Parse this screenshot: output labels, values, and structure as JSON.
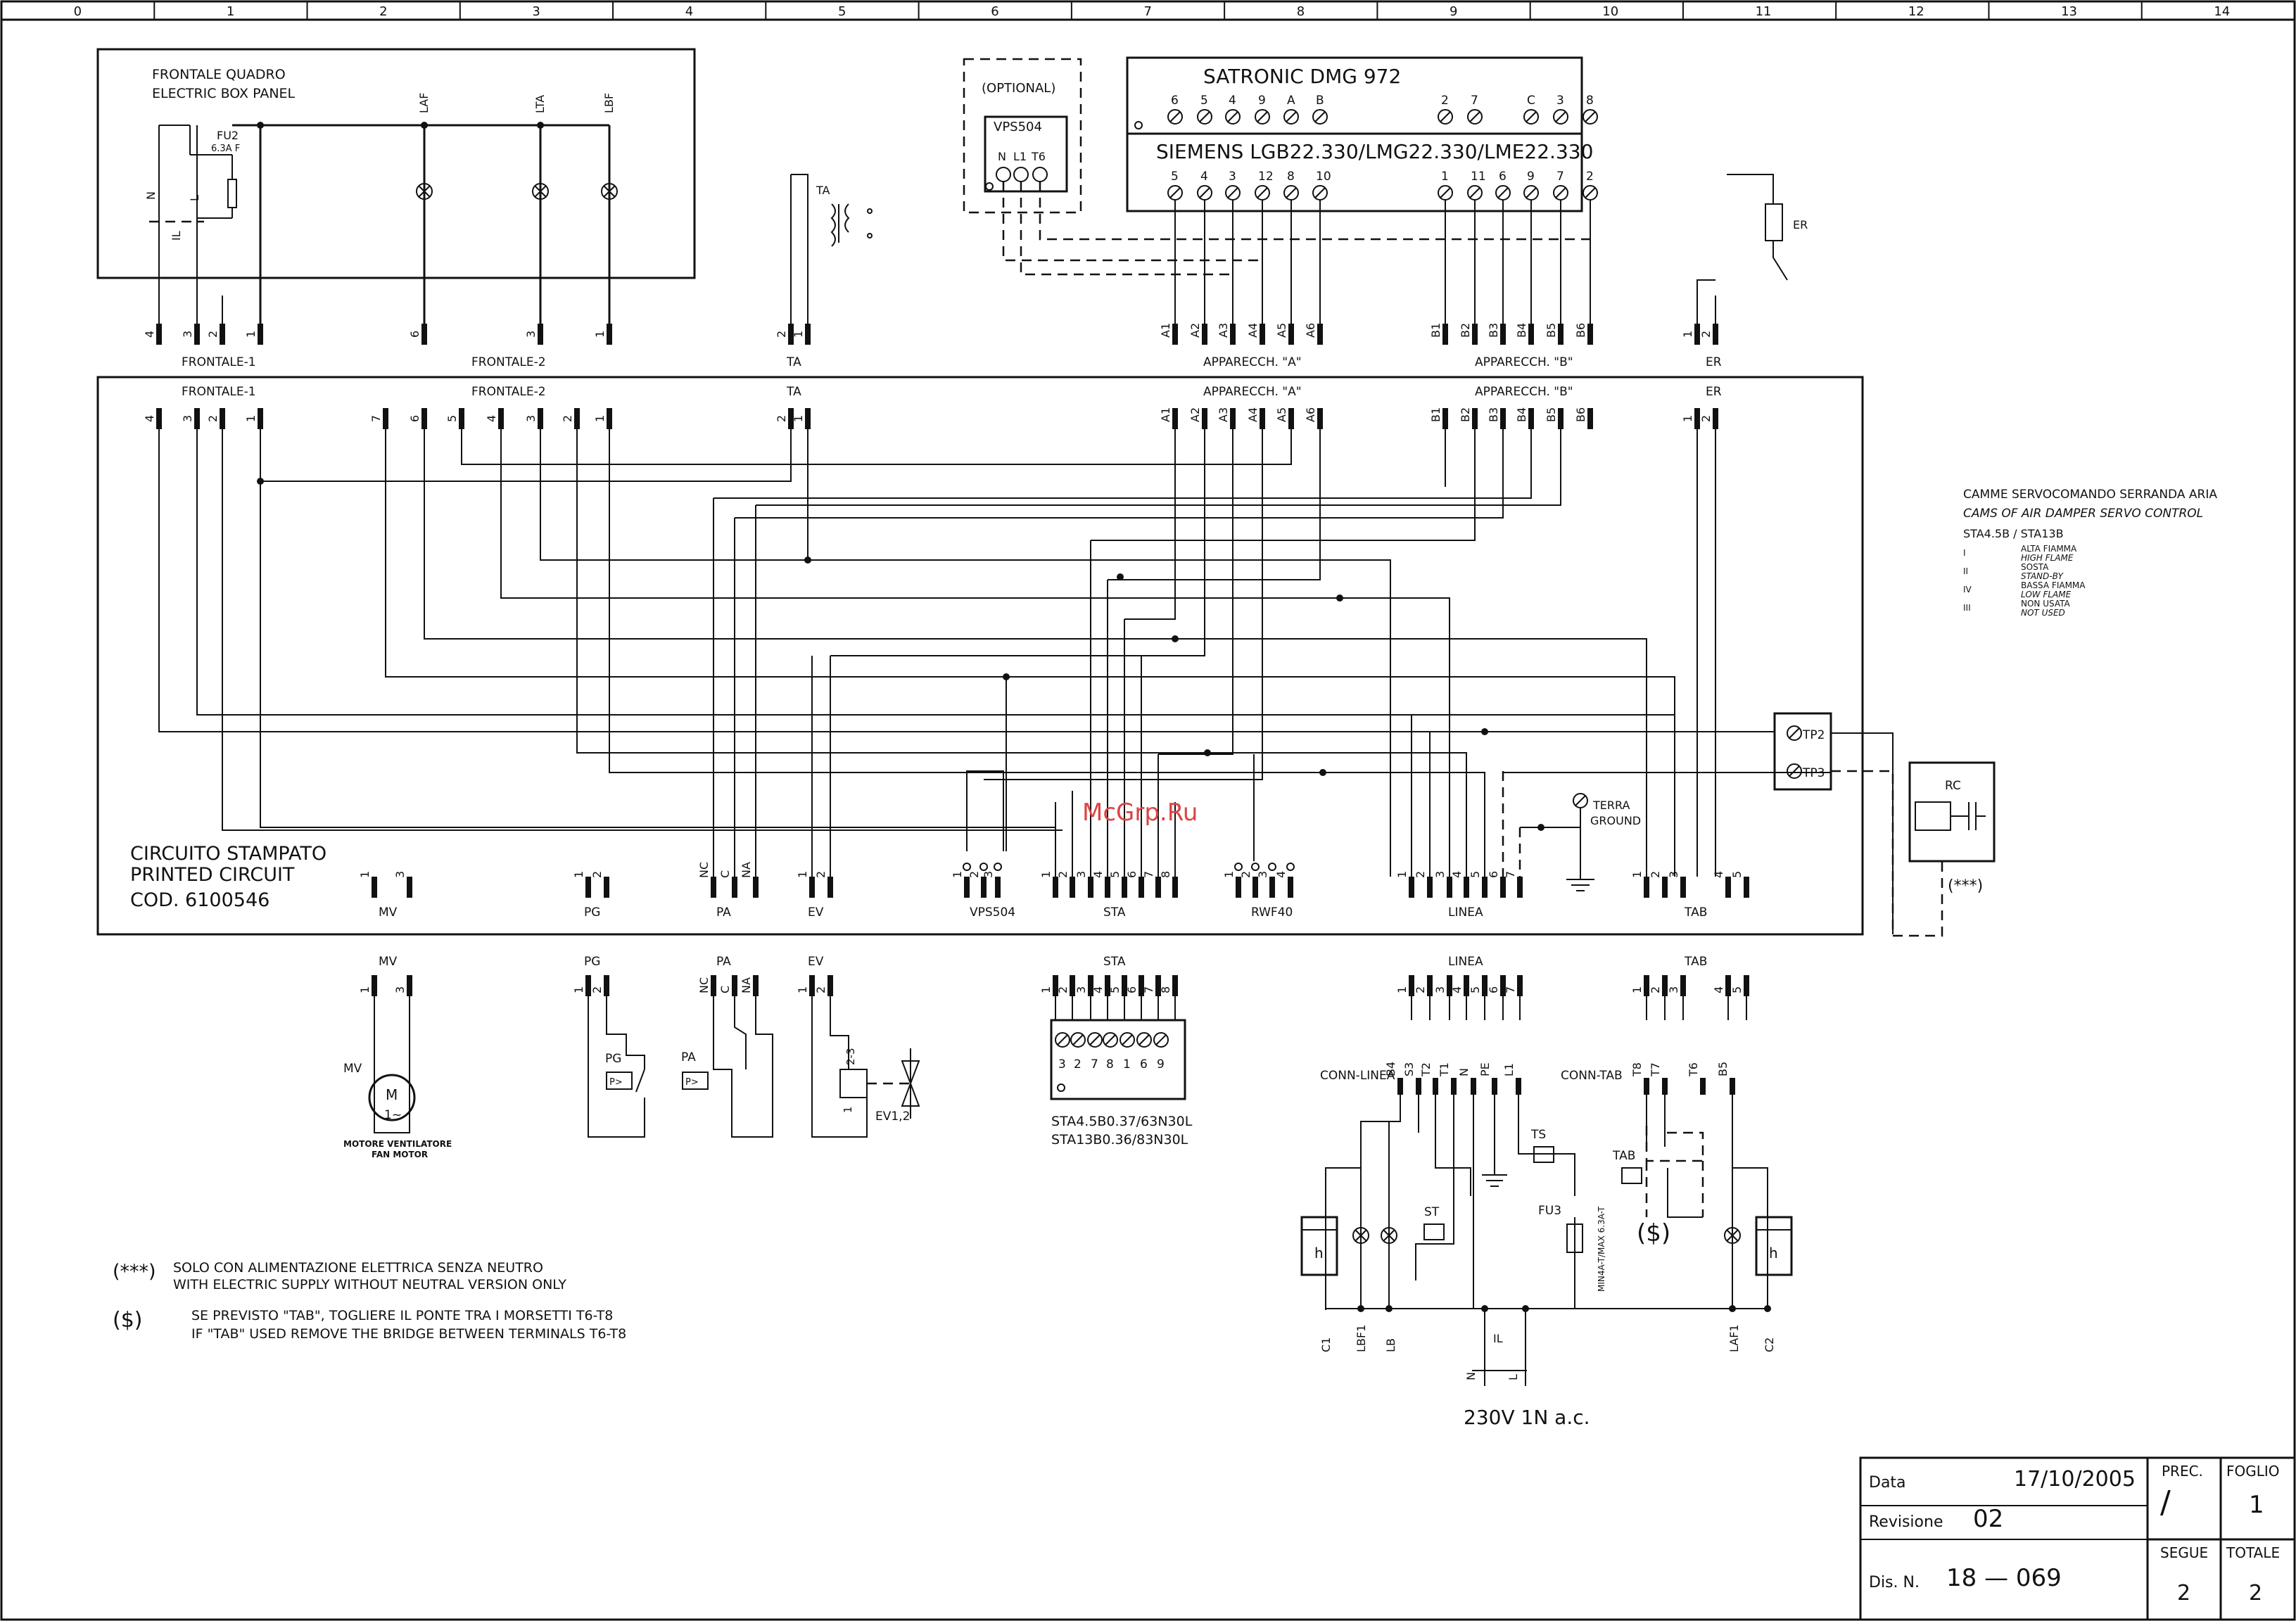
{
  "grid": [
    "0",
    "1",
    "2",
    "3",
    "4",
    "5",
    "6",
    "7",
    "8",
    "9",
    "10",
    "11",
    "12",
    "13",
    "14"
  ],
  "panel": {
    "title1": "FRONTALE QUADRO",
    "title2": "ELECTRIC BOX PANEL",
    "fu2": "FU2",
    "fu2_rating": "6.3A F",
    "n": "N",
    "l": "L",
    "il": "IL",
    "laf": "LAF",
    "lta": "LTA",
    "lbf": "LBF"
  },
  "optional": {
    "label": "(OPTIONAL)",
    "vps": "VPS504",
    "pins": [
      "N",
      "L1",
      "T6"
    ]
  },
  "controller": {
    "title": "SATRONIC DMG 972",
    "subtitle": "SIEMENS LGB22.330/LMG22.330/LME22.330",
    "top_a": [
      "6",
      "5",
      "4",
      "9",
      "A",
      "B"
    ],
    "top_b": [
      "2",
      "7",
      "C",
      "3",
      "8"
    ],
    "bot_a": [
      "5",
      "4",
      "3",
      "12",
      "8",
      "10"
    ],
    "bot_b": [
      "1",
      "11",
      "6",
      "9",
      "7",
      "2"
    ]
  },
  "ta_label": "TA",
  "er_label": "ER",
  "upper_connectors": {
    "frontale1": {
      "name": "FRONTALE-1",
      "pins": [
        "4",
        "3",
        "2",
        "1"
      ]
    },
    "frontale2": {
      "name": "FRONTALE-2",
      "pins": [
        "6",
        "3",
        "1"
      ]
    },
    "ta": {
      "name": "TA",
      "pins": [
        "2",
        "1"
      ]
    },
    "appA": {
      "name": "APPARECCH. \"A\"",
      "pins": [
        "A1",
        "A2",
        "A3",
        "A4",
        "A5",
        "A6"
      ]
    },
    "appB": {
      "name": "APPARECCH. \"B\"",
      "pins": [
        "B1",
        "B2",
        "B3",
        "B4",
        "B5",
        "B6"
      ]
    },
    "er": {
      "name": "ER",
      "pins": [
        "1",
        "2"
      ]
    }
  },
  "pcb": {
    "label1": "CIRCUITO STAMPATO",
    "label2": "PRINTED CIRCUIT",
    "label3": "COD. 6100546",
    "top": {
      "frontale1": {
        "name": "FRONTALE-1",
        "pins": [
          "4",
          "3",
          "2",
          "1"
        ]
      },
      "frontale2": {
        "name": "FRONTALE-2",
        "pins": [
          "7",
          "6",
          "5",
          "4",
          "3",
          "2",
          "1"
        ]
      },
      "ta": {
        "name": "TA",
        "pins": [
          "2",
          "1"
        ]
      },
      "appA": {
        "name": "APPARECCH. \"A\"",
        "pins": [
          "A1",
          "A2",
          "A3",
          "A4",
          "A5",
          "A6"
        ]
      },
      "appB": {
        "name": "APPARECCH. \"B\"",
        "pins": [
          "B1",
          "B2",
          "B3",
          "B4",
          "B5",
          "B6"
        ]
      },
      "er": {
        "name": "ER",
        "pins": [
          "1",
          "2"
        ]
      }
    },
    "bottom": {
      "mv": {
        "name": "MV",
        "pins": [
          "1",
          "3"
        ]
      },
      "pg": {
        "name": "PG",
        "pins": [
          "1",
          "2"
        ]
      },
      "pa": {
        "name": "PA",
        "pins": [
          "NC",
          "C",
          "NA"
        ]
      },
      "ev": {
        "name": "EV",
        "pins": [
          "1",
          "2"
        ]
      },
      "vps": {
        "name": "VPS504",
        "pins": [
          "1",
          "2",
          "3"
        ]
      },
      "sta": {
        "name": "STA",
        "pins": [
          "1",
          "2",
          "3",
          "4",
          "5",
          "6",
          "7",
          "8"
        ]
      },
      "rwf": {
        "name": "RWF40",
        "pins": [
          "1",
          "2",
          "3",
          "4"
        ]
      },
      "linea": {
        "name": "LINEA",
        "pins": [
          "1",
          "2",
          "3",
          "4",
          "5",
          "6",
          "7"
        ]
      },
      "tab": {
        "name": "TAB",
        "pins": [
          "1",
          "2",
          "3",
          "4",
          "5"
        ]
      }
    },
    "tp2": "TP2",
    "tp3": "TP3",
    "terra": "TERRA",
    "ground": "GROUND"
  },
  "rc": {
    "label": "RC",
    "note": "(***)"
  },
  "cams": {
    "title": "CAMME SERVOCOMANDO SERRANDA ARIA",
    "subtitle": "CAMS OF AIR DAMPER SERVO CONTROL",
    "model": "STA4.5B / STA13B",
    "items": [
      {
        "num": "I",
        "it": "ALTA FIAMMA",
        "en": "HIGH FLAME"
      },
      {
        "num": "II",
        "it": "SOSTA",
        "en": "STAND-BY"
      },
      {
        "num": "IV",
        "it": "BASSA FIAMMA",
        "en": "LOW FLAME"
      },
      {
        "num": "III",
        "it": "NON USATA",
        "en": "NOT USED"
      }
    ]
  },
  "lower": {
    "mv": {
      "name": "MV",
      "pins": [
        "1",
        "3"
      ],
      "side": "MV",
      "motor": "M",
      "phase": "1~",
      "cap1": "MOTORE VENTILATORE",
      "cap2": "FAN MOTOR"
    },
    "pg": {
      "name": "PG",
      "pins": [
        "1",
        "2"
      ],
      "inner": "PG",
      "sym": "P>"
    },
    "pa": {
      "name": "PA",
      "pins": [
        "NC",
        "C",
        "NA"
      ],
      "side": "PA",
      "sym": "P>"
    },
    "ev": {
      "name": "EV",
      "pins": [
        "1",
        "2"
      ],
      "coil": "2-3",
      "one": "1",
      "valve": "EV1,2"
    },
    "sta": {
      "name": "STA",
      "pins": [
        "1",
        "2",
        "3",
        "4",
        "5",
        "6",
        "7",
        "8"
      ],
      "block": [
        "3",
        "2",
        "7",
        "8",
        "1",
        "6",
        "9"
      ],
      "model1": "STA4.5B0.37/63N30L",
      "model2": "STA13B0.36/83N30L"
    },
    "linea": {
      "name": "LINEA",
      "pins": [
        "1",
        "2",
        "3",
        "4",
        "5",
        "6",
        "7"
      ],
      "conn": "CONN-LINEA",
      "conn_pins": [
        "B4",
        "S3",
        "T2",
        "T1",
        "N",
        "PE",
        "L1"
      ],
      "ts": "TS",
      "st": "ST",
      "fu3": "FU3",
      "fu3_rating": "MIN4A-T/MAX 6.3A-T",
      "c1": "C1",
      "lbf1": "LBF1",
      "lb": "LB",
      "h": "h",
      "n": "N",
      "l": "L",
      "il": "IL",
      "supply": "230V 1N a.c."
    },
    "tab": {
      "name": "TAB",
      "pins": [
        "1",
        "2",
        "3",
        "4",
        "5"
      ],
      "conn": "CONN-TAB",
      "conn_pins": [
        "T8",
        "T7",
        "T6",
        "B5"
      ],
      "tab": "TAB",
      "laf1": "LAF1",
      "c2": "C2",
      "h": "h",
      "dollar": "($)"
    }
  },
  "notes": [
    {
      "mark": "(***)",
      "it": "SOLO CON ALIMENTAZIONE ELETTRICA SENZA NEUTRO",
      "en": "WITH ELECTRIC SUPPLY WITHOUT NEUTRAL VERSION ONLY"
    },
    {
      "mark": "($)",
      "it": "SE PREVISTO \"TAB\", TOGLIERE IL PONTE TRA I MORSETTI T6-T8",
      "en": "IF \"TAB\" USED REMOVE THE BRIDGE BETWEEN TERMINALS T6-T8"
    }
  ],
  "watermark": "McGrp.Ru",
  "titleblock": {
    "data_label": "Data",
    "date": "17/10/2005",
    "rev_label": "Revisione",
    "rev": "02",
    "dis_label": "Dis. N.",
    "dis": "18 — 069",
    "prec_label": "PREC.",
    "prec": "/",
    "foglio_label": "FOGLIO",
    "foglio": "1",
    "segue_label": "SEGUE",
    "segue": "2",
    "totale_label": "TOTALE",
    "totale": "2"
  }
}
